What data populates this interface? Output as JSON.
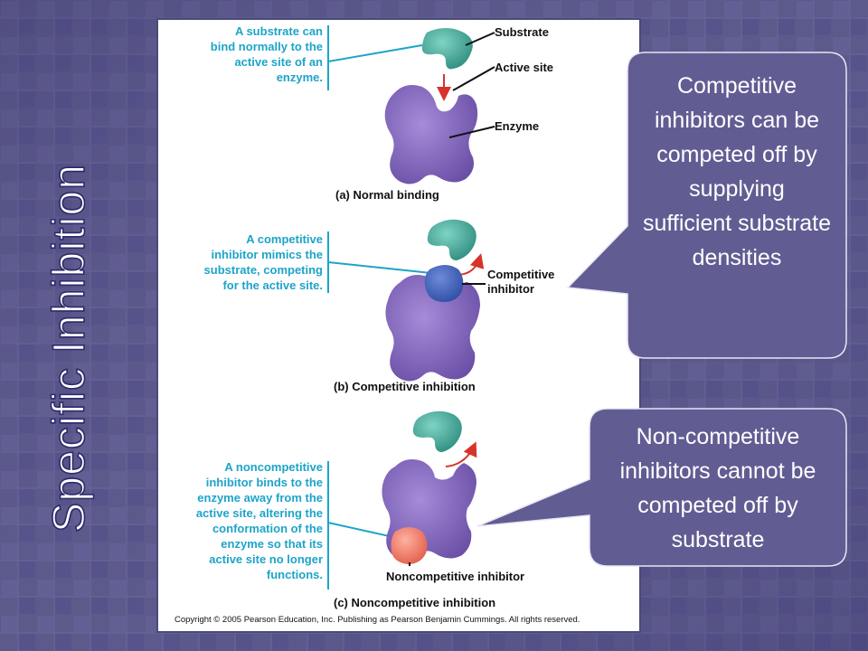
{
  "slide": {
    "title": "Specific Inhibition"
  },
  "figure": {
    "panel_a": {
      "caption": "A substrate can\nbind normally to the\nactive site of an\nenzyme.",
      "label_substrate": "Substrate",
      "label_active_site": "Active site",
      "label_enzyme": "Enzyme",
      "title": "(a) Normal binding"
    },
    "panel_b": {
      "caption": "A competitive\ninhibitor mimics the\nsubstrate, competing\nfor the active site.",
      "label_inhibitor": "Competitive\ninhibitor",
      "title": "(b) Competitive inhibition"
    },
    "panel_c": {
      "caption": "A noncompetitive\ninhibitor binds to the\nenzyme away from the\nactive site, altering the\nconformation of the\nenzyme so that its\nactive site no longer\nfunctions.",
      "label_inhibitor": "Noncompetitive inhibitor",
      "title": "(c) Noncompetitive inhibition"
    },
    "copyright": "Copyright © 2005 Pearson Education, Inc. Publishing as Pearson Benjamin Cummings. All rights reserved."
  },
  "callouts": {
    "competitive": "Competitive inhibitors can be competed off by supplying sufficient substrate densities",
    "noncompetitive": "Non-competitive inhibitors cannot be competed off by substrate"
  },
  "colors": {
    "background": "#5d5a8c",
    "callout_fill": "#615d93",
    "caption_blue": "#1da4c9",
    "enzyme_purple": "#7b5fb5",
    "substrate_teal": "#3fa597",
    "competitive_blue": "#3b5fb6",
    "noncompetitive_salmon": "#ef7a66",
    "arrow_red": "#d8332b"
  }
}
